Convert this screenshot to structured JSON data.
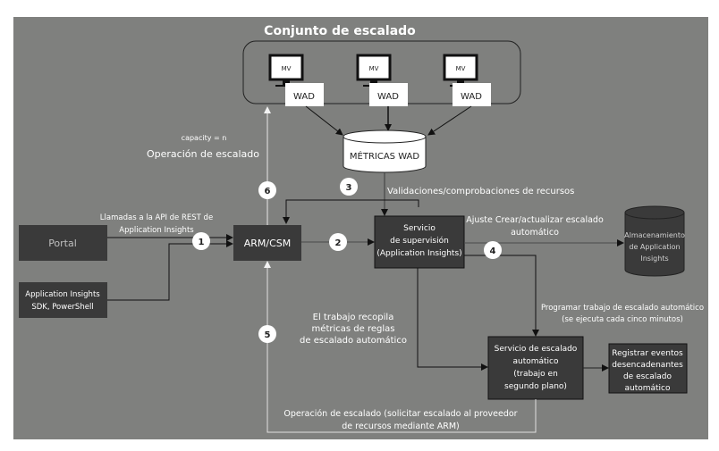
{
  "title": "Conjunto de escalado",
  "colors": {
    "canvas": "#7f807e",
    "dark_box": "#3a3a3a",
    "white": "#ffffff",
    "line_dark": "#222222",
    "line_light": "#d8d8d8"
  },
  "scale_set": {
    "vms": [
      {
        "label": "MV",
        "agent": "WAD"
      },
      {
        "label": "MV",
        "agent": "WAD"
      },
      {
        "label": "MV",
        "agent": "WAD"
      }
    ]
  },
  "metrics_store": "MÉTRICAS WAD",
  "labels": {
    "capacity": "capacity = n",
    "scale_operation": "Operación de escalado",
    "validations": "Validaciones/comprobaciones de recursos",
    "rest_api_line1": "Llamadas a la API de REST de",
    "rest_api_line2": "Application Insights",
    "autoscale_setting_line1": "Ajuste Crear/actualizar escalado",
    "autoscale_setting_line2": "automático",
    "schedule_line1": "Programar trabajo de escalado automático",
    "schedule_line2": "(se ejecuta cada cinco minutos)",
    "job_collects_line1": "El trabajo recopila",
    "job_collects_line2": "métricas de reglas",
    "job_collects_line3": "de escalado automático",
    "scale_request_line1": "Operación de escalado (solicitar escalado al proveedor",
    "scale_request_line2": "de recursos mediante ARM)"
  },
  "boxes": {
    "portal": "Portal",
    "sdk_line1": "Application Insights",
    "sdk_line2": "SDK, PowerShell",
    "arm": "ARM/CSM",
    "monitor_line1": "Servicio",
    "monitor_line2": "de supervisión",
    "monitor_line3": "(Application Insights)",
    "storage_line1": "Almacenamiento",
    "storage_line2": "de Application",
    "storage_line3": "Insights",
    "autoscale_line1": "Servicio de escalado",
    "autoscale_line2": "automático",
    "autoscale_line3": "(trabajo en",
    "autoscale_line4": "segundo plano)",
    "log_line1": "Registrar eventos",
    "log_line2": "desencadenantes",
    "log_line3": "de escalado",
    "log_line4": "automático"
  },
  "steps": [
    "1",
    "2",
    "3",
    "4",
    "5",
    "6"
  ]
}
